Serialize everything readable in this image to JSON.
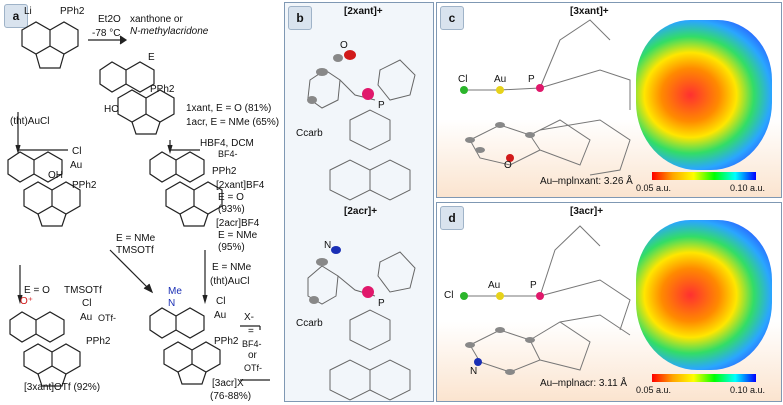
{
  "panels": {
    "a": "a",
    "b": "b",
    "c": "c",
    "d": "d"
  },
  "scheme": {
    "start_li": "Li",
    "start_pph2": "PPh2",
    "reagent1": "Et2O",
    "reagent1_temp": "-78 °C",
    "reagent1_b": "xanthone or",
    "reagent1_c": "N-methylacridone",
    "int_E": "E",
    "int_HO": "HO",
    "int_PPh2": "PPh2",
    "product1_xant": "1xant, E = O (81%)",
    "product1_acr": "1acr, E = NMe (65%)",
    "reagent_thtAuCl": "(tht)AuCl",
    "reagent_HBF4": "HBF4, DCM",
    "left_Cl": "Cl",
    "left_Au": "Au",
    "left_OH": "OH",
    "left_PPh2": "PPh2",
    "mid_BF4": "BF4-",
    "mid_PPh2": "PPh2",
    "mid_2xant": "[2xant]BF4",
    "mid_2xant_E": "E = O",
    "mid_2xant_yield": "(93%)",
    "mid_2acr": "[2acr]BF4",
    "mid_2acr_E": "E = NMe",
    "mid_2acr_yield": "(95%)",
    "cond_EO": "E = O",
    "cond_TMSOTf": "TMSOTf",
    "cond_ENMe": "E = NMe",
    "cond_TMSOTf2": "TMSOTf",
    "cond_ENMe2": "E = NMe",
    "cond_thtAuCl2": "(tht)AuCl",
    "prod3x_Cl": "Cl",
    "prod3x_OTf": "OTf-",
    "prod3x_Au": "Au",
    "prod3x_PPh2": "PPh2",
    "prod3x_name": "[3xant]OTf (92%)",
    "prod3a_Me": "Me",
    "prod3a_N": "N",
    "prod3a_Cl": "Cl",
    "prod3a_Au": "Au",
    "prod3a_PPh2": "PPh2",
    "prod3a_X": "X-",
    "prod3a_eq": "=",
    "prod3a_BF4": "BF4-",
    "prod3a_or": "or",
    "prod3a_OTf": "OTf-",
    "prod3a_name": "[3acr]X",
    "prod3a_yield": "(76-88%)"
  },
  "panel_b": {
    "title_top": "[2xant]+",
    "title_bottom": "[2acr]+",
    "O_label": "O",
    "N_label": "N",
    "P_label": "P",
    "P_label2": "P",
    "carb_top": "Ccarb",
    "carb_bottom": "Ccarb"
  },
  "panel_c": {
    "title": "[3xant]+",
    "Cl": "Cl",
    "Au": "Au",
    "P": "P",
    "O": "O",
    "distance": "Au–mplnxant: 3.26 Å",
    "scale_min": "0.05 a.u.",
    "scale_max": "0.10 a.u."
  },
  "panel_d": {
    "title": "[3acr]+",
    "Cl": "Cl",
    "Au": "Au",
    "P": "P",
    "N": "N",
    "distance": "Au–mplnacr: 3.11 Å",
    "scale_min": "0.05 a.u.",
    "scale_max": "0.10 a.u."
  },
  "colors": {
    "panel_border": "#7f98b3",
    "label_bg": "#d9e3ee",
    "O_atom": "#d11a1a",
    "N_atom": "#1a2fb5",
    "P_atom": "#e0186b",
    "Au_atom": "#e6d21a",
    "Cl_atom": "#2bb52b",
    "Me_text": "#1a2fb5"
  }
}
